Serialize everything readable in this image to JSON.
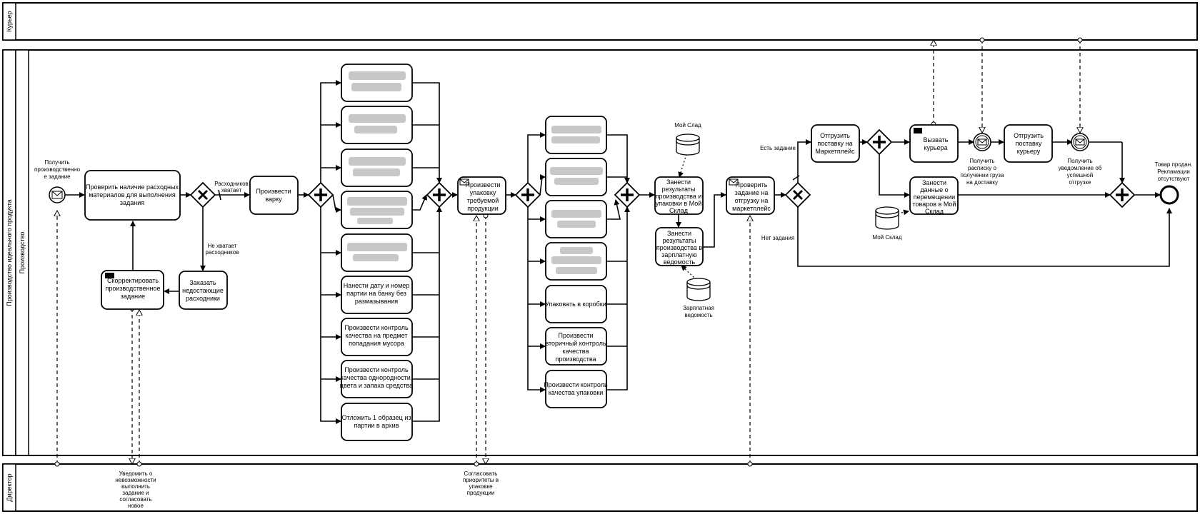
{
  "pool": {
    "title": "Производство идеального продукта"
  },
  "lanes": {
    "courier": "Курьер",
    "production": "Производство",
    "director": "Директор"
  },
  "events": {
    "start": "Получить производственное задание",
    "receipt": "Получить расписку о получении груза на доставку",
    "notify": "Получить уведомление об успешной отгрузке",
    "end": "Товар продан. Рекламации отсутствуют"
  },
  "tasks": {
    "check": "Проверить наличие расходных материалов для выполнения задания",
    "cook": "Произвести варку",
    "order": "Заказать недостающие расходники",
    "correct": "Скорректировать производственное задание",
    "t_date": "Нанести дату и номер партии на банку без размазывания",
    "t_debris": "Произвести контроль качества на предмет попадания мусора",
    "t_uniform": "Произвести контроль качества однородности, цвета и запаха средства",
    "t_sample": "Отложить 1 образец из партии в архив",
    "pack": "Произвести упаковку требуемой продукции",
    "box": "Упаковать в коробки",
    "secondary": "Произвести вторичный контроль качества производства",
    "packctl": "Произвести контроль качества упаковки",
    "results_ms": "Занести результаты производства и упаковки в Мой Склад",
    "results_pay": "Занести результаты производства в зарплатную ведомость",
    "check_ship": "Проверить задание на отгрузку на маркетплейс",
    "ship_mp": "Отгрузить поставку на Маркетплейс",
    "call": "Вызвать курьера",
    "ship_courier": "Отгрузить поставку курьеру",
    "record_move": "Занести данные о перемещении товаров в Мой Склад"
  },
  "flow_labels": {
    "enough": "Расходников хватает",
    "not_enough": "Не хватает расходников",
    "has_task": "Есть задание",
    "no_task": "Нет задания"
  },
  "stores": {
    "ms1": "Мой Слад",
    "ms2": "Мой Склад",
    "pay": "Зарплатная ведомость"
  },
  "director_notes": {
    "impossible": "Уведомить о невозможности выполнить задание и согласовать новое",
    "priorities": "Согласовать приоритеты в упаковке продукции"
  }
}
